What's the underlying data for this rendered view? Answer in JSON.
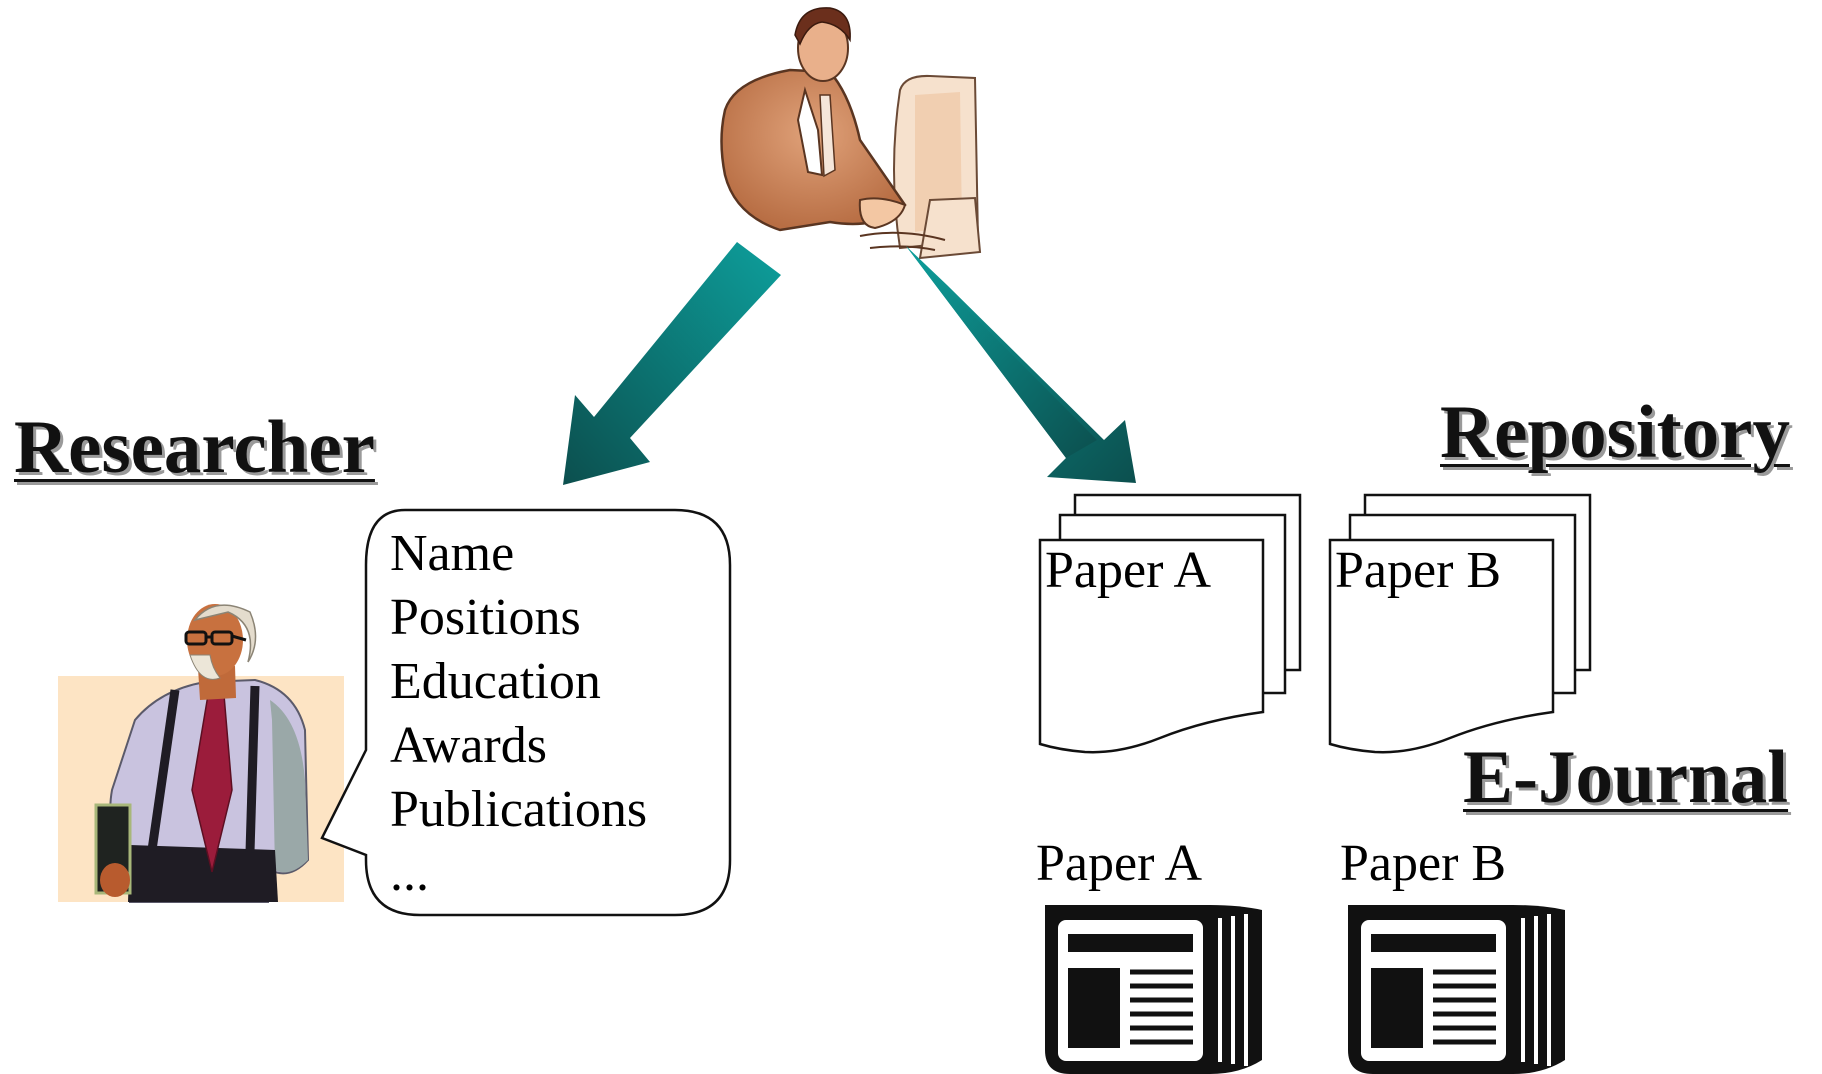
{
  "headings": {
    "researcher": "Researcher",
    "repository": "Repository",
    "ejournal": "E-Journal"
  },
  "profile_fields": [
    "Name",
    "Positions",
    "Education",
    "Awards",
    "Publications",
    "..."
  ],
  "repository_papers": [
    "Paper A",
    "Paper B"
  ],
  "ejournal_papers": [
    "Paper A",
    "Paper B"
  ],
  "icons": {
    "operator": "person-at-computer-icon",
    "researcher": "researcher-person-icon",
    "repository_doc": "stacked-documents-icon",
    "journal": "open-journal-icon",
    "arrow": "arrow-icon"
  },
  "colors": {
    "arrow_light": "#0d9f9c",
    "arrow_dark": "#0c4f4e",
    "researcher_bg": "#fde4c4"
  }
}
